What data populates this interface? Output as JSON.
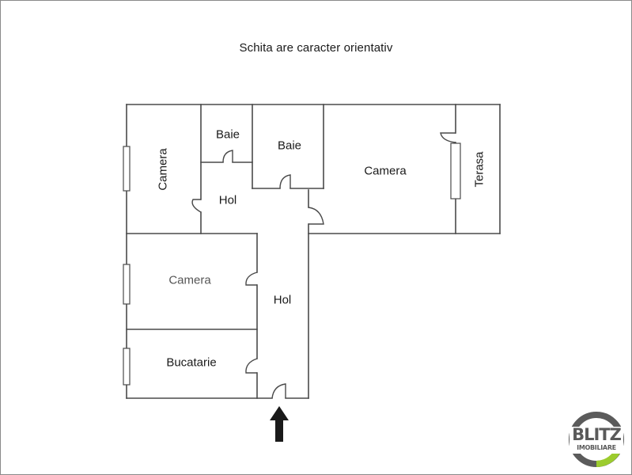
{
  "caption": "Schita are caracter orientativ",
  "rooms": [
    {
      "id": "camera-1",
      "label": "Camera",
      "orientation": "vertical"
    },
    {
      "id": "baie-1",
      "label": "Baie"
    },
    {
      "id": "baie-2",
      "label": "Baie"
    },
    {
      "id": "hol-1",
      "label": "Hol"
    },
    {
      "id": "camera-2",
      "label": "Camera"
    },
    {
      "id": "terasa",
      "label": "Terasa",
      "orientation": "vertical"
    },
    {
      "id": "camera-3",
      "label": "Camera"
    },
    {
      "id": "hol-2",
      "label": "Hol"
    },
    {
      "id": "bucatarie",
      "label": "Bucatarie"
    }
  ],
  "entrance": {
    "icon": "entrance-arrow-icon",
    "direction": "up"
  },
  "logo": {
    "name": "BLITZ",
    "subtitle": "IMOBILIARE",
    "colors": {
      "ring": "#5b5b5b",
      "accent": "#9ccc2e",
      "text": "#5a5a5a"
    }
  },
  "colors": {
    "wall": "#4a4a4a",
    "border": "#8a8a8a",
    "arrow": "#1a1a1a"
  }
}
